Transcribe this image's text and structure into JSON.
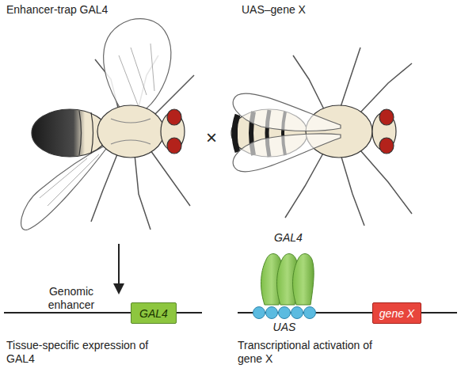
{
  "diagram": {
    "nodes": [
      {
        "text": [
          "GAL4"
        ]
      },
      {
        "text": [
          "gene X"
        ]
      }
    ],
    "labels": [
      "Enhancer-trap GAL4",
      "UAS–gene X",
      "×",
      "Genomic enhancer",
      "GAL4",
      "UAS",
      "Tissue-specific expression of GAL4",
      "Transcriptional activation of gene X"
    ]
  }
}
